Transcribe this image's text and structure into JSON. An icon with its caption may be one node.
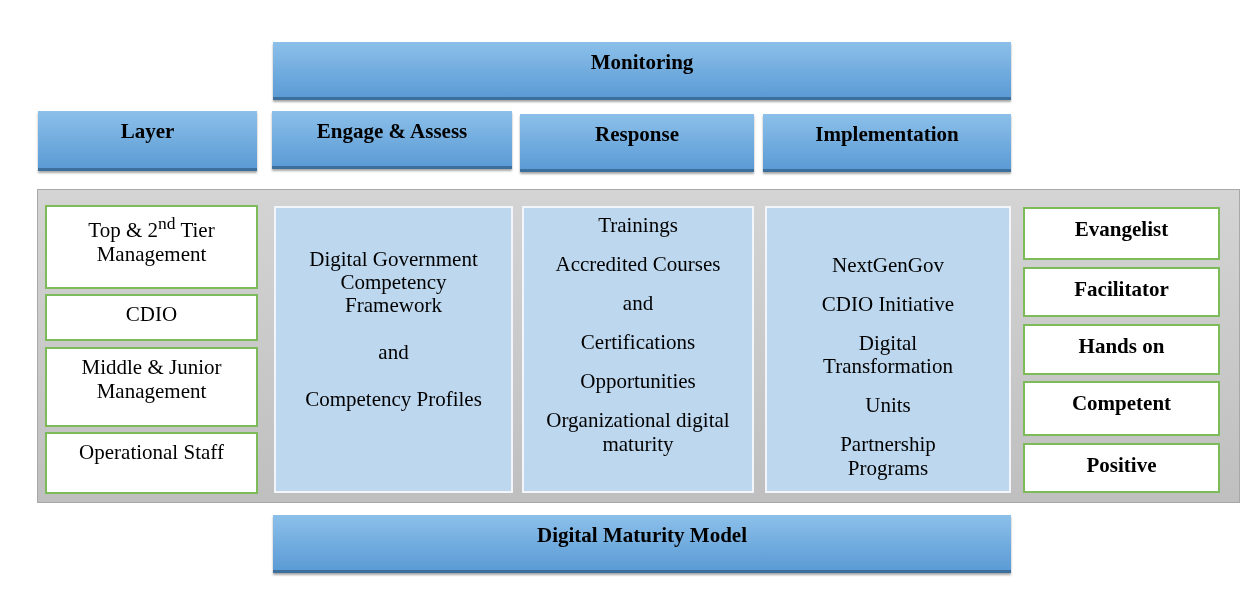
{
  "diagram": {
    "nodes": [
      {
        "text": [
          "Monitoring"
        ]
      },
      {
        "text": [
          "Layer"
        ]
      },
      {
        "text": [
          "Engage & Assess"
        ]
      },
      {
        "text": [
          "Response"
        ]
      },
      {
        "text": [
          "Implementation"
        ]
      },
      {
        "text": [],
        "shape": "box"
      },
      {
        "text": [
          "Top & 2$^{nd}$ Tier Management"
        ],
        "in": 5
      },
      {
        "text": [
          "CDIO"
        ],
        "in": 5
      },
      {
        "text": [
          "Middle & Junior Management"
        ],
        "in": 5
      },
      {
        "text": [
          "Operational Staff"
        ],
        "in": 5
      },
      {
        "text": [
          "Digital Government Competency Framework",
          "and",
          "Competency Profiles"
        ],
        "in": 5
      },
      {
        "text": [
          "Trainings",
          "Accredited Courses",
          "and",
          "Certifications",
          "Opportunities",
          "Organizational digital maturity"
        ],
        "in": 5
      },
      {
        "text": [
          "NextGenGov",
          "CDIO Initiative",
          "Digital Transformation",
          "Units",
          "Partnership Programs"
        ],
        "in": 5
      },
      {
        "text": [
          "Evangelist"
        ],
        "in": 5
      },
      {
        "text": [
          "Facilitator"
        ],
        "in": 5
      },
      {
        "text": [
          "Hands on"
        ],
        "in": 5
      },
      {
        "text": [
          "Competent"
        ],
        "in": 5
      },
      {
        "text": [
          "Positive"
        ],
        "in": 5
      },
      {
        "text": [
          "Digital Maturity Model"
        ]
      }
    ],
    "edges": []
  }
}
